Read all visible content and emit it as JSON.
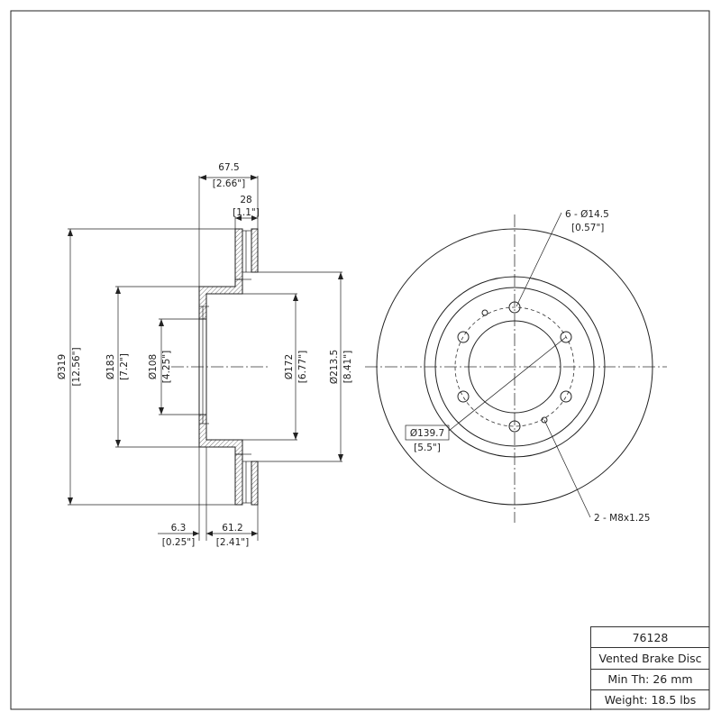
{
  "dimensions": {
    "overall_height": "67.5",
    "overall_height_in": "[2.66\"]",
    "rotor_thickness": "28",
    "rotor_thickness_in": "[1.1\"]",
    "outer_diameter": "Ø319",
    "outer_diameter_in": "[12.56\"]",
    "hat_diameter": "Ø183",
    "hat_diameter_in": "[7.2\"]",
    "center_bore": "Ø108",
    "center_bore_in": "[4.25\"]",
    "inner_hat_diameter": "Ø172",
    "inner_hat_diameter_in": "[6.77\"]",
    "inner_friction_diameter": "Ø213.5",
    "inner_friction_diameter_in": "[8.41\"]",
    "hat_thickness": "6.3",
    "hat_thickness_in": "[0.25\"]",
    "offset": "61.2",
    "offset_in": "[2.41\"]",
    "bolt_holes": "6 - Ø14.5",
    "bolt_holes_in": "[0.57\"]",
    "bolt_circle": "Ø139.7",
    "bolt_circle_in": "[5.5\"]",
    "threaded_holes": "2 - M8x1.25"
  },
  "title_block": {
    "part_number": "76128",
    "description": "Vented Brake Disc",
    "min_thickness": "Min Th: 26 mm",
    "weight": "Weight: 18.5 lbs"
  }
}
